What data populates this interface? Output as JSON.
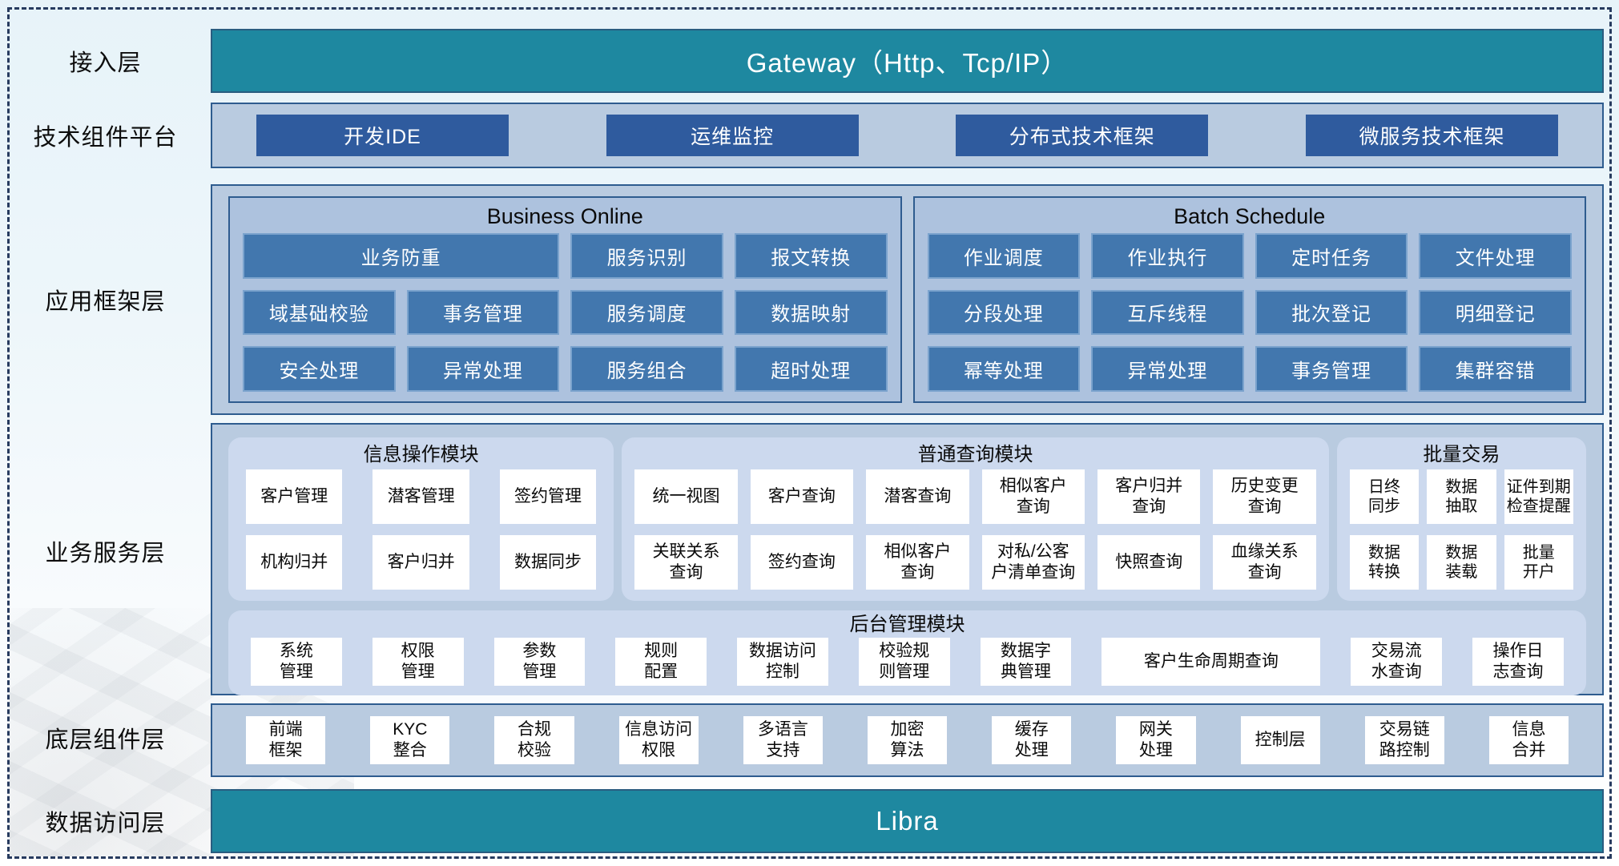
{
  "layers": {
    "access": {
      "label": "接入层",
      "gateway": "Gateway（Http、Tcp/IP）"
    },
    "tech": {
      "label": "技术组件平台",
      "items": [
        "开发IDE",
        "运维监控",
        "分布式技术框架",
        "微服务技术框架"
      ]
    },
    "app_framework": {
      "label": "应用框架层",
      "business_online": {
        "title": "Business Online",
        "items": [
          "业务防重",
          "服务识别",
          "报文转换",
          "域基础校验",
          "事务管理",
          "服务调度",
          "数据映射",
          "安全处理",
          "异常处理",
          "服务组合",
          "超时处理"
        ]
      },
      "batch_schedule": {
        "title": "Batch Schedule",
        "items": [
          "作业调度",
          "作业执行",
          "定时任务",
          "文件处理",
          "分段处理",
          "互斥线程",
          "批次登记",
          "明细登记",
          "幂等处理",
          "异常处理",
          "事务管理",
          "集群容错"
        ]
      }
    },
    "business_service": {
      "label": "业务服务层",
      "modules": [
        {
          "title": "信息操作模块",
          "items": [
            "客户管理",
            "潜客管理",
            "签约管理",
            "机构归并",
            "客户归并",
            "数据同步"
          ]
        },
        {
          "title": "普通查询模块",
          "items": [
            "统一视图",
            "客户查询",
            "潜客查询",
            "相似客户\n查询",
            "客户归并\n查询",
            "历史变更\n查询",
            "关联关系\n查询",
            "签约查询",
            "相似客户\n查询",
            "对私/公客\n户清单查询",
            "快照查询",
            "血缘关系\n查询"
          ]
        },
        {
          "title": "批量交易",
          "items": [
            "日终\n同步",
            "数据\n抽取",
            "证件到期\n检查提醒",
            "数据\n转换",
            "数据\n装载",
            "批量\n开户"
          ]
        }
      ],
      "admin": {
        "title": "后台管理模块",
        "items": [
          "系统\n管理",
          "权限\n管理",
          "参数\n管理",
          "规则\n配置",
          "数据访问\n控制",
          "校验规\n则管理",
          "数据字\n典管理",
          "客户生命周期查询",
          "交易流\n水查询",
          "操作日\n志查询"
        ]
      }
    },
    "base_components": {
      "label": "底层组件层",
      "items": [
        "前端\n框架",
        "KYC\n整合",
        "合规\n校验",
        "信息访问\n权限",
        "多语言\n支持",
        "加密\n算法",
        "缓存\n处理",
        "网关\n处理",
        "控制层",
        "交易链\n路控制",
        "信息\n合并"
      ]
    },
    "data_access": {
      "label": "数据访问层",
      "bar": "Libra"
    },
    "colors": {
      "teal": "#1e88a0",
      "panel_blue": "#b9cbe0",
      "navy_button": "#2f5b9e",
      "mid_blue_button": "#4277ae",
      "card_lavender": "#ccd9ee",
      "border_navy": "#2e5c8f"
    }
  }
}
